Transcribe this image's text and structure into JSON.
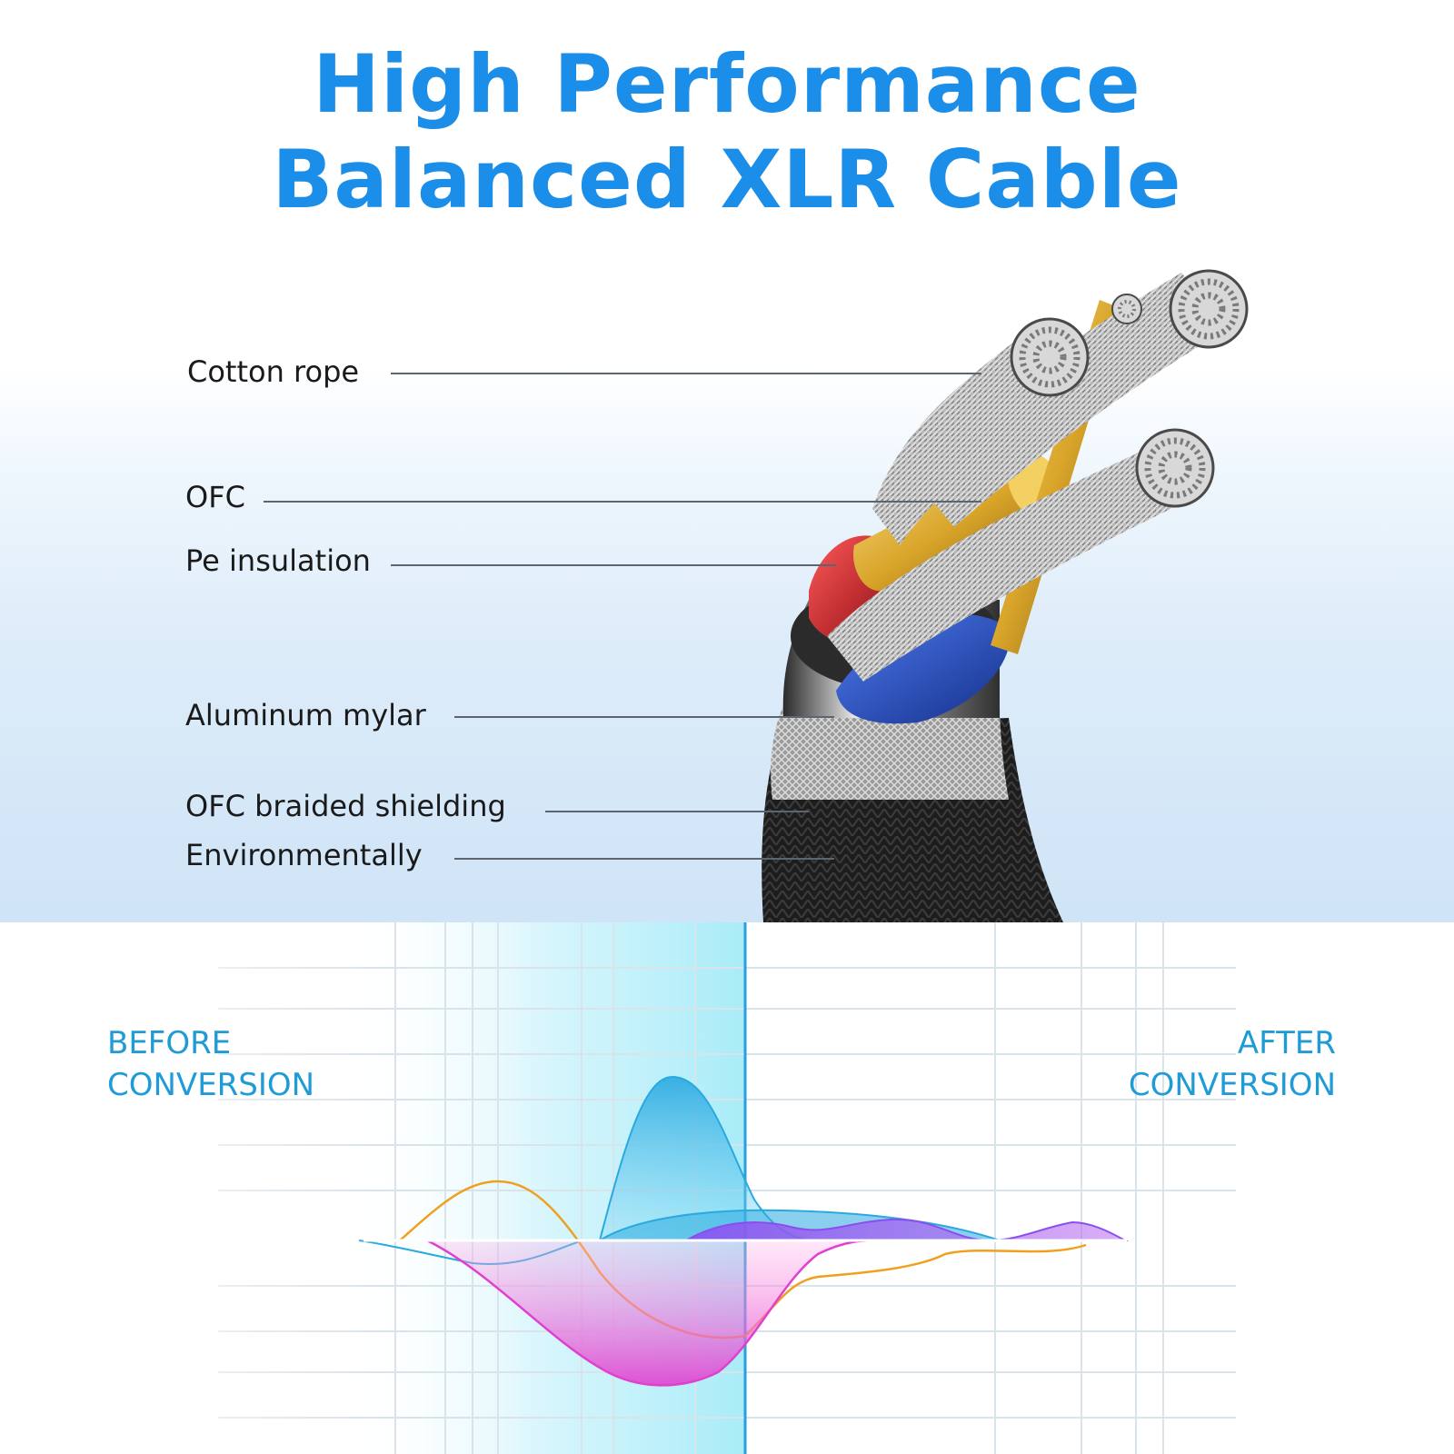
{
  "title": {
    "line1": "High Performance",
    "line2": "Balanced XLR Cable"
  },
  "layers": [
    {
      "label": "Cotton rope"
    },
    {
      "label": "OFC"
    },
    {
      "label": "Pe insulation"
    },
    {
      "label": "Aluminum mylar"
    },
    {
      "label": "OFC braided shielding"
    },
    {
      "label": "Environmentally"
    }
  ],
  "comparison": {
    "before": {
      "line1": "BEFORE",
      "line2": "CONVERSION"
    },
    "after": {
      "line1": "AFTER",
      "line2": "CONVERSION"
    }
  },
  "colors": {
    "title": "#1a8ee8",
    "conversion_text": "#1f9bd6",
    "conductor_gold": "#d9a52a",
    "insulation_red": "#c8141c",
    "insulation_blue": "#1e4fc7",
    "wave_cyan": "#29a9e0",
    "wave_orange": "#f0a020",
    "wave_magenta": "#e040d0",
    "wave_purple": "#8a4ef0"
  }
}
